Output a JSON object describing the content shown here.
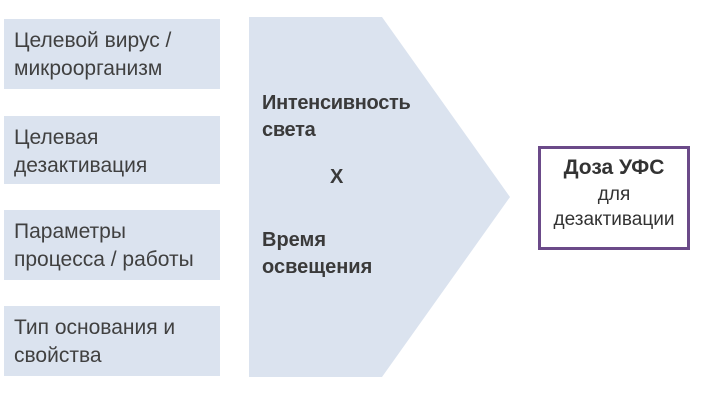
{
  "factors": [
    "Целевой вирус /\nмикроорганизм",
    "Целевая\nдезактивация",
    "Параметры\nпроцесса / работы",
    "Тип основания и\nсвойства"
  ],
  "arrow": {
    "intensity": "Интенсивность\nсвета",
    "operator": "X",
    "exposure": "Время\nосвещения"
  },
  "result": {
    "title": "Доза УФС",
    "line2": "для",
    "line3": "дезактивации"
  },
  "colors": {
    "factor_fill": "#dbe3ef",
    "arrow_fill": "#dbe3ef",
    "result_border": "#6b4a89"
  }
}
